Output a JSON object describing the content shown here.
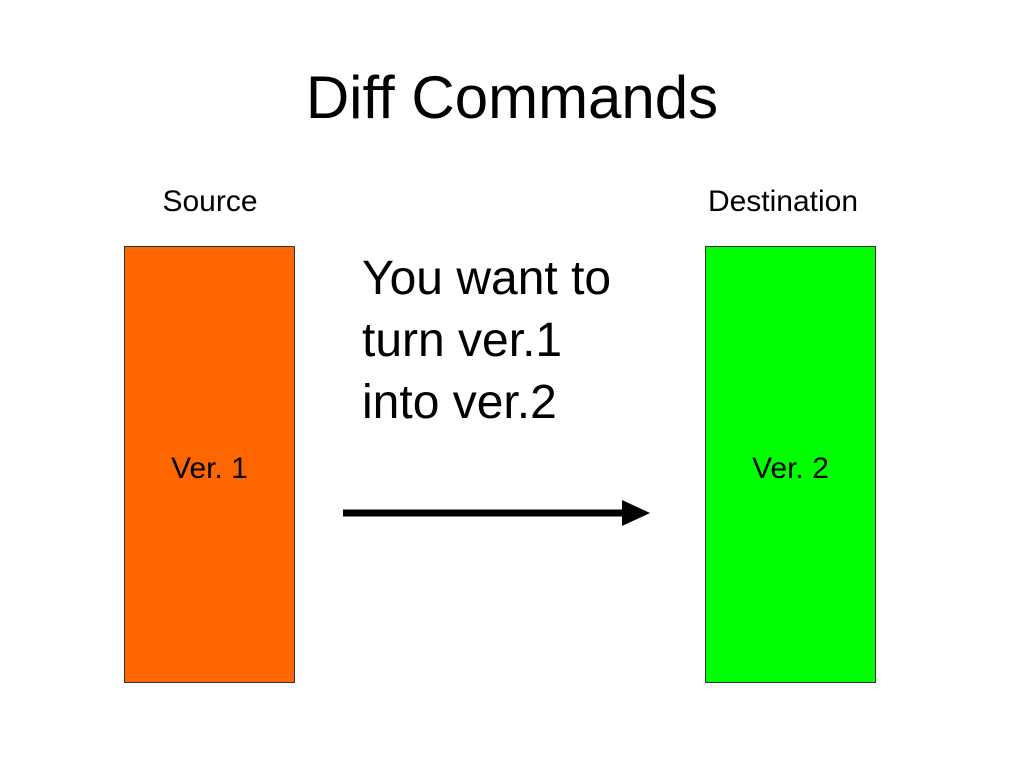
{
  "slide": {
    "title": "Diff Commands",
    "source_label": "Source",
    "destination_label": "Destination",
    "note_lines": [
      "You want to",
      "turn ver.1",
      "into ver.2"
    ]
  },
  "source_box": {
    "label": "Ver. 1",
    "color": "#ff6600"
  },
  "destination_box": {
    "label": "Ver. 2",
    "color": "#00ff00"
  },
  "arrow": {
    "color": "#000000",
    "direction": "right"
  }
}
